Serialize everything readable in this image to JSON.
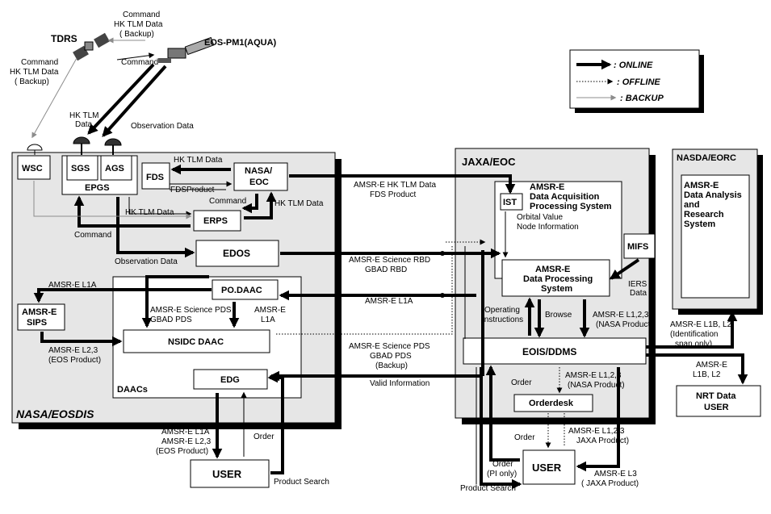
{
  "legend": {
    "online": ": ONLINE",
    "offline": ": OFFLINE",
    "backup": ": BACKUP"
  },
  "regions": {
    "nasa": "NASA/EOSDIS",
    "jaxa": "JAXA/EOC",
    "nasda": "NASDA/EORC",
    "daacs": "DAACs"
  },
  "nodes": {
    "tdrs": "TDRS",
    "eos": "EOS-PM1(AQUA)",
    "wsc": "WSC",
    "sgs": "SGS",
    "ags": "AGS",
    "epgs": "EPGS",
    "fds": "FDS",
    "nasa_eoc_1": "NASA/",
    "nasa_eoc_2": "EOC",
    "erps": "ERPS",
    "edos": "EDOS",
    "podaac": "PO.DAAC",
    "sips_1": "AMSR-E",
    "sips_2": "SIPS",
    "nsidc": "NSIDC DAAC",
    "edg": "EDG",
    "user_nasa": "USER",
    "ist": "IST",
    "daps_1": "AMSR-E",
    "daps_2": "Data Acquisition",
    "daps_3": "Processing System",
    "dps_1": "AMSR-E",
    "dps_2": "Data Processing",
    "dps_3": "System",
    "mifs": "MIFS",
    "eoisddms": "EOIS/DDMS",
    "orderdesk": "Orderdesk",
    "user_jaxa": "USER",
    "eorc_1": "AMSR-E",
    "eorc_2": "Data Analysis",
    "eorc_3": "and",
    "eorc_4": "Research",
    "eorc_5": "System",
    "nrt_1": "NRT Data",
    "nrt_2": "USER"
  },
  "labels": {
    "cmd_hk_top_1": "Command",
    "cmd_hk_top_2": "HK TLM Data",
    "cmd_hk_top_3": "(    Backup)",
    "cmd_hk_left_1": "Command",
    "cmd_hk_left_2": "HK TLM Data",
    "cmd_hk_left_3": "(    Backup)",
    "command_eos": "Command",
    "hk_tlm_data_sat_1": "HK TLM",
    "hk_tlm_data_sat_2": "Data",
    "observation_data_sat": "Observation Data",
    "hk_tlm_fds": "HK TLM Data",
    "fds_product": "FDSProduct",
    "command_eoc": "Command",
    "hk_tlm_eoc": "HK TLM Data",
    "hk_tlm_epgs": "HK TLM Data",
    "command_erps": "Command",
    "observation_data_edos": "Observation Data",
    "amsre_l1a_sips": "AMSR-E L1A",
    "science_pds_1": "AMSR-E Science PDS",
    "science_pds_2": "GBAD PDS",
    "amsre_l1a_pod_1": "AMSR-E",
    "amsre_l1a_pod_2": "L1A",
    "amsre_l23_eos_1": "AMSR-E L2,3",
    "amsre_l23_eos_2": "(EOS Product)",
    "hk_fds_jaxa_1": "AMSR-E HK TLM Data",
    "hk_fds_jaxa_2": "FDS Product",
    "rbd_1": "AMSR-E Science RBD",
    "rbd_2": "GBAD RBD",
    "l1a_jaxa": "AMSR-E L1A",
    "backup_pds_1": "AMSR-E Science PDS",
    "backup_pds_2": "GBAD PDS",
    "backup_pds_3": "(Backup)",
    "valid_info": "Valid Information",
    "user_l1a_1": "AMSR-E L1A",
    "user_l1a_2": "AMSR-E L2,3",
    "user_l1a_3": "(EOS Product)",
    "order_nasa": "Order",
    "product_search_nasa": "Product Search",
    "orbital_1": "Orbital Value",
    "orbital_2": "Node Information",
    "iers_1": "IERS",
    "iers_2": "Data",
    "operating_1": "Operating",
    "operating_2": "Instructions",
    "browse": "Browse",
    "l123_nasa_1": "AMSR-E L1,2,3",
    "l123_nasa_2": "(NASA Product)",
    "order_od": "Order",
    "l123_nasa_od_1": "AMSR-E L1,2,3",
    "l123_nasa_od_2": "(NASA Product)",
    "l123_jaxa_1": "AMSR-E L1,2,3",
    "l123_jaxa_2": "JAXA  Product)",
    "order_user_jaxa": "Order",
    "order_pi_1": "Order",
    "order_pi_2": "(PI only)",
    "product_search_jaxa": "Product Search",
    "l3_jaxa_1": "AMSR-E L3",
    "l3_jaxa_2": "(  JAXA    Product)",
    "l1b_l2_eorc_1": "AMSR-E L1B, L2",
    "l1b_l2_eorc_2": "(Identification",
    "l1b_l2_eorc_3": "span only)",
    "l1b_l2_nrt_1": "AMSR-E",
    "l1b_l2_nrt_2": "L1B, L2"
  }
}
